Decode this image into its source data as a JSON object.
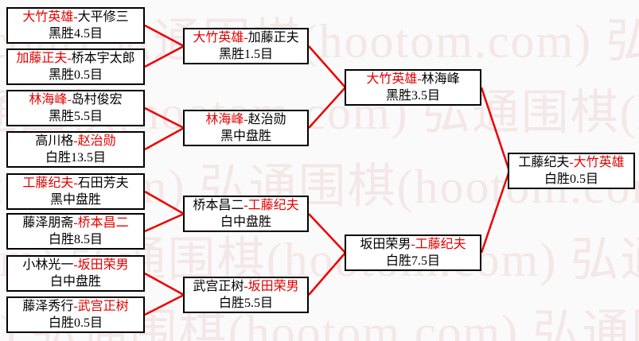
{
  "labels": {
    "sep": "-"
  },
  "watermark": {
    "text": "弘通围棋(hootom.com)",
    "color": "#f3e7e7"
  },
  "colors": {
    "line": "#ee0000",
    "winner": "#e60000",
    "border": "#000000"
  },
  "rounds": [
    {
      "matches": [
        {
          "p1": "大竹英雄",
          "p2": "大平修三",
          "result": "黑胜4.5目",
          "winner": "p1"
        },
        {
          "p1": "加藤正夫",
          "p2": "桥本宇太郎",
          "result": "黑胜0.5目",
          "winner": "p1"
        },
        {
          "p1": "林海峰",
          "p2": "岛村俊宏",
          "result": "黑胜5.5目",
          "winner": "p1"
        },
        {
          "p1": "高川格",
          "p2": "赵治勋",
          "result": "白胜13.5目",
          "winner": "p2"
        },
        {
          "p1": "工藤纪夫",
          "p2": "石田芳夫",
          "result": "黑中盘胜",
          "winner": "p1"
        },
        {
          "p1": "藤泽朋斋",
          "p2": "桥本昌二",
          "result": "白胜8.5目",
          "winner": "p2"
        },
        {
          "p1": "小林光一",
          "p2": "坂田荣男",
          "result": "白中盘胜",
          "winner": "p2"
        },
        {
          "p1": "藤泽秀行",
          "p2": "武宫正树",
          "result": "白胜0.5目",
          "winner": "p2"
        }
      ]
    },
    {
      "matches": [
        {
          "p1": "大竹英雄",
          "p2": "加藤正夫",
          "result": "黑胜1.5目",
          "winner": "p1"
        },
        {
          "p1": "林海峰",
          "p2": "赵治勋",
          "result": "黑中盘胜",
          "winner": "p1"
        },
        {
          "p1": "桥本昌二",
          "p2": "工藤纪夫",
          "result": "白中盘胜",
          "winner": "p2"
        },
        {
          "p1": "武宫正树",
          "p2": "坂田荣男",
          "result": "白胜5.5目",
          "winner": "p2"
        }
      ]
    },
    {
      "matches": [
        {
          "p1": "大竹英雄",
          "p2": "林海峰",
          "result": "黑胜3.5目",
          "winner": "p1"
        },
        {
          "p1": "坂田荣男",
          "p2": "工藤纪夫",
          "result": "白胜7.5目",
          "winner": "p2"
        }
      ]
    },
    {
      "matches": [
        {
          "p1": "工藤纪夫",
          "p2": "大竹英雄",
          "result": "白胜0.5目",
          "winner": "p2"
        }
      ]
    }
  ]
}
